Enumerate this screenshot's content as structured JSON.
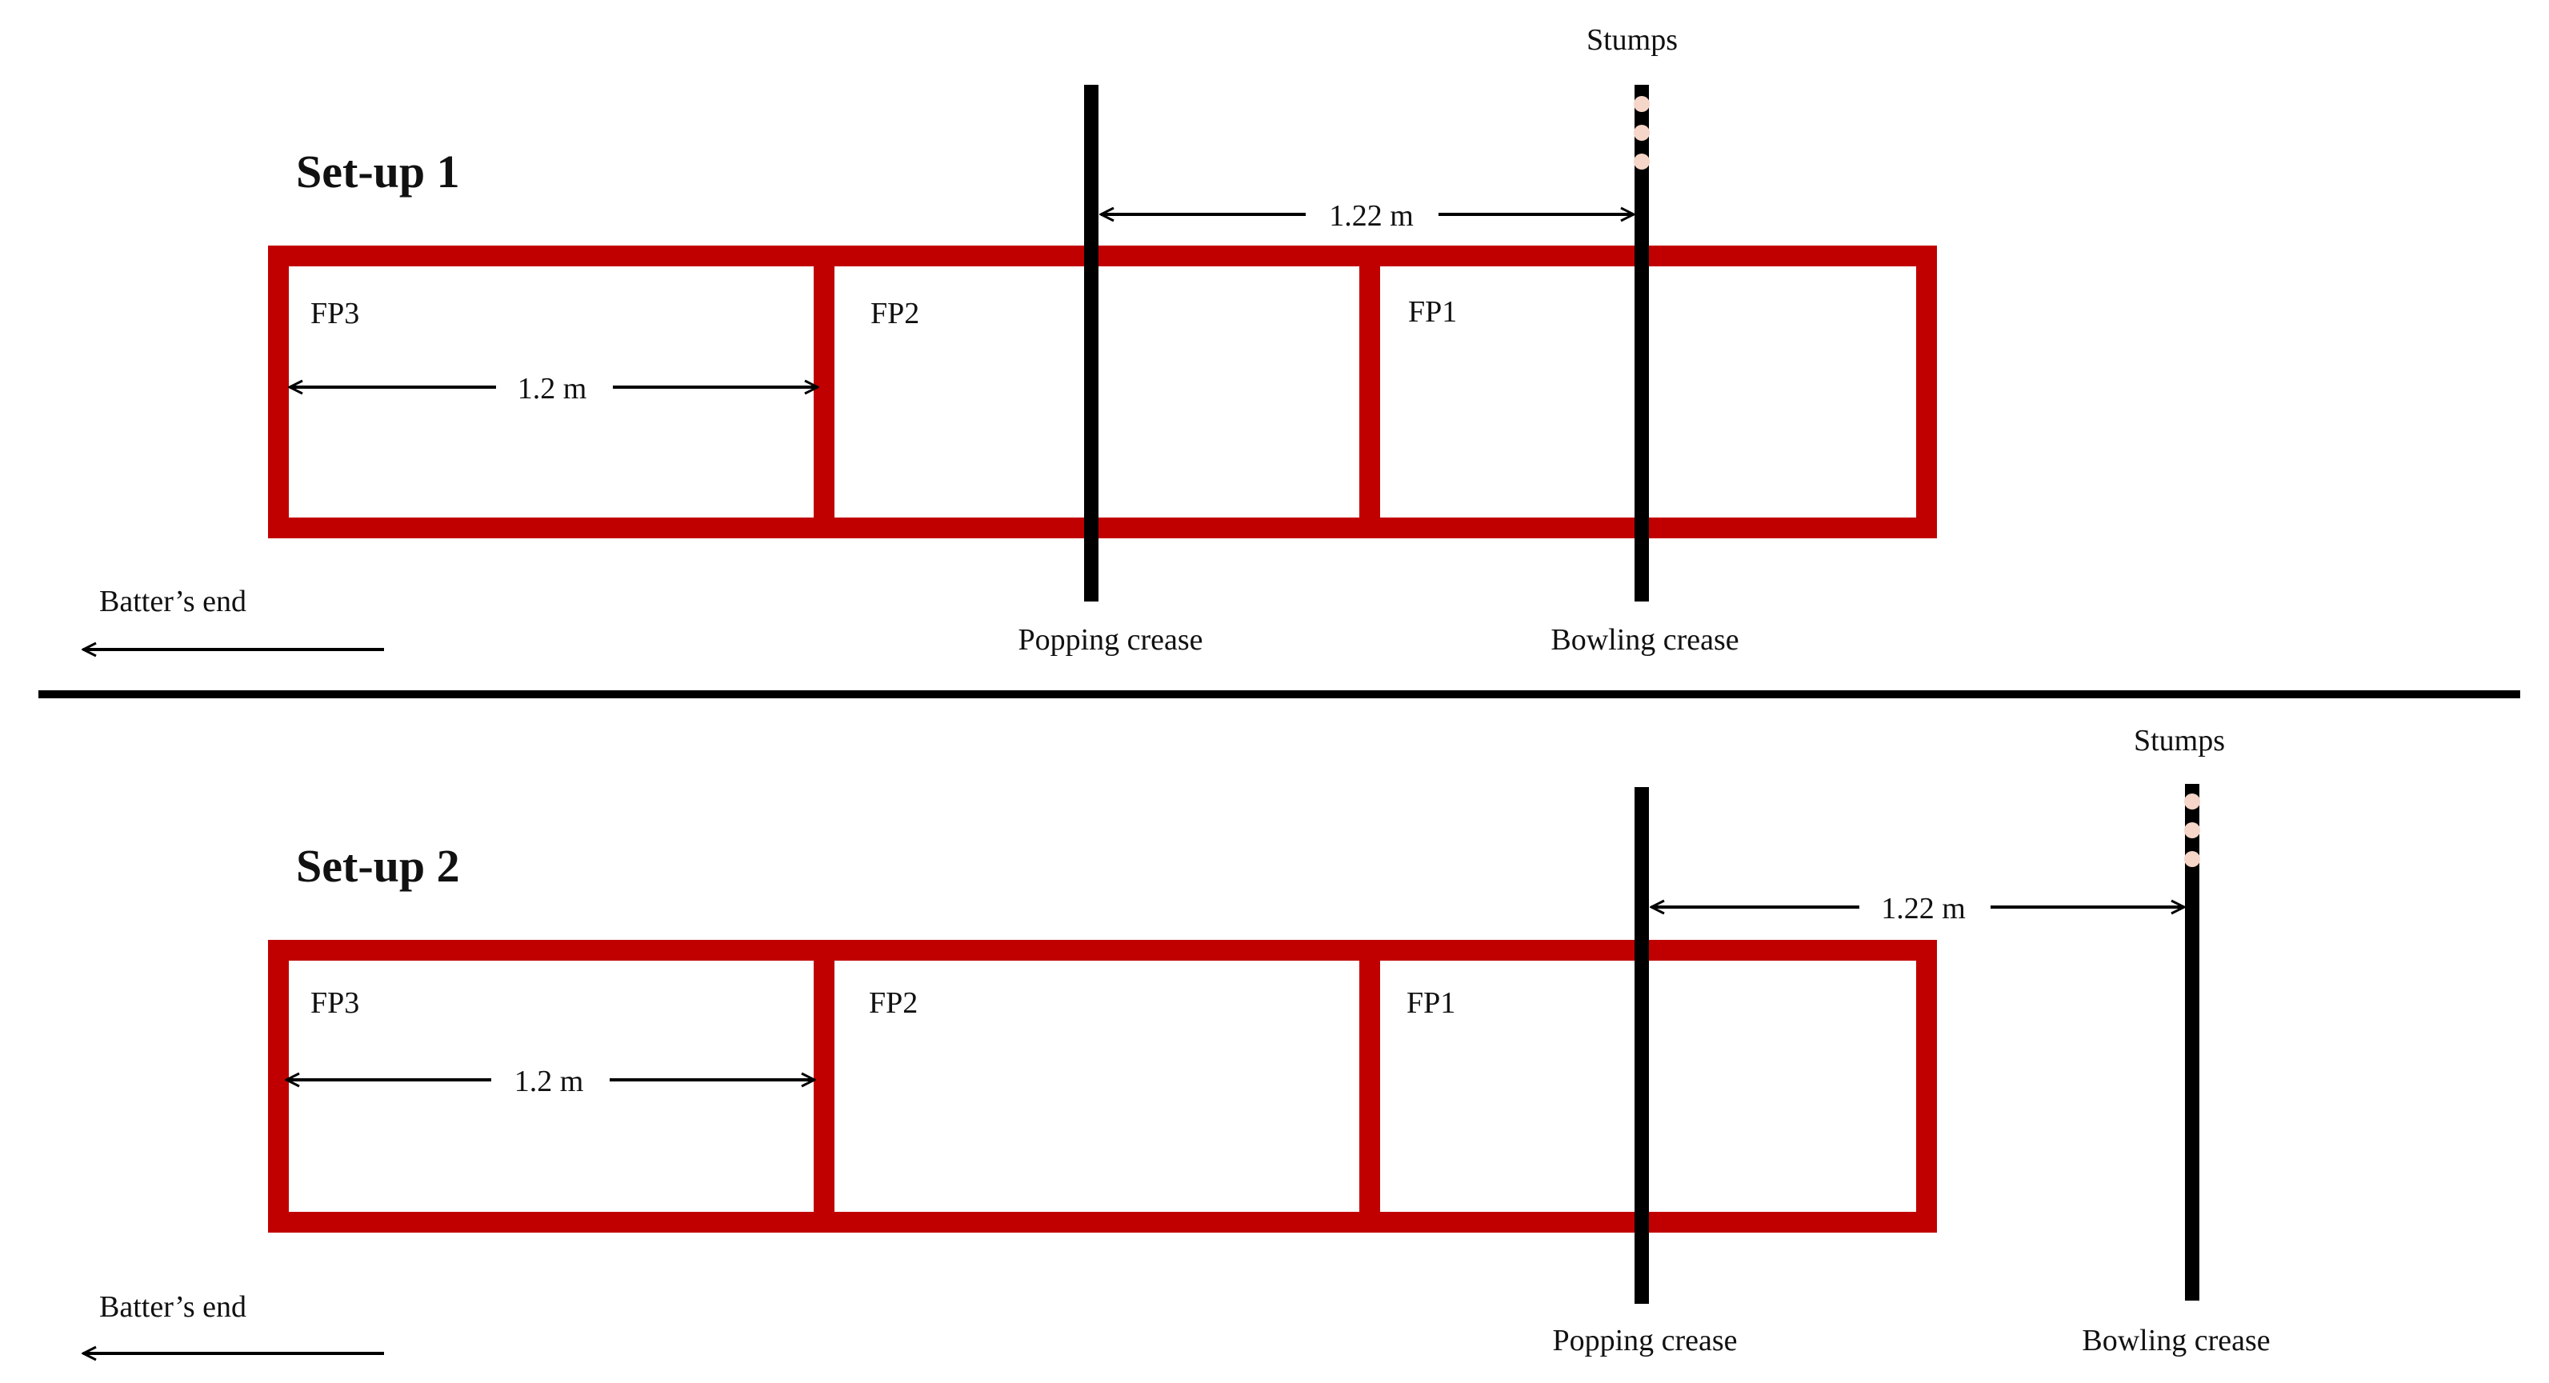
{
  "colors": {
    "plate_outline": "#c00000",
    "crease": "#000000",
    "stump_dot": "#f6d6c8",
    "separator": "#000000"
  },
  "setup1": {
    "title": "Set-up 1",
    "plates": [
      "FP3",
      "FP2",
      "FP1"
    ],
    "plate_length_label": "1.2 m",
    "crease_gap_label": "1.22 m",
    "stumps_label": "Stumps",
    "popping_crease_label": "Popping crease",
    "bowling_crease_label": "Bowling crease",
    "batters_end_label": "Batter’s end"
  },
  "setup2": {
    "title": "Set-up 2",
    "plates": [
      "FP3",
      "FP2",
      "FP1"
    ],
    "plate_length_label": "1.2 m",
    "crease_gap_label": "1.22 m",
    "stumps_label": "Stumps",
    "popping_crease_label": "Popping crease",
    "bowling_crease_label": "Bowling crease",
    "batters_end_label": "Batter’s end"
  }
}
